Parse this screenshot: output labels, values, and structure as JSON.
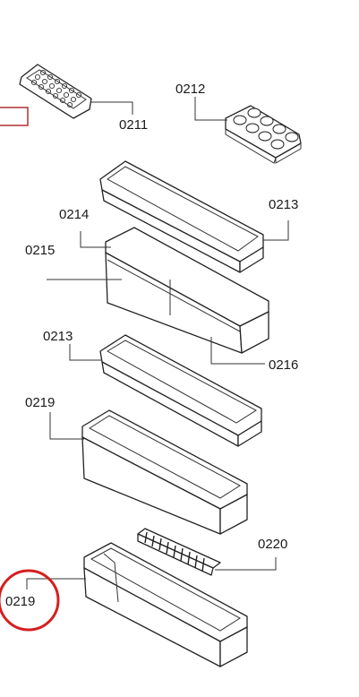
{
  "labels": {
    "p0211": "0211",
    "p0212": "0212",
    "p0213_top": "0213",
    "p0214": "0214",
    "p0215": "0215",
    "p0213_mid": "0213",
    "p0216": "0216",
    "p0219_top": "0219",
    "p0220": "0220",
    "p0219_bottom": "0219"
  },
  "colors": {
    "highlight": "#d42020",
    "line": "#222222"
  }
}
